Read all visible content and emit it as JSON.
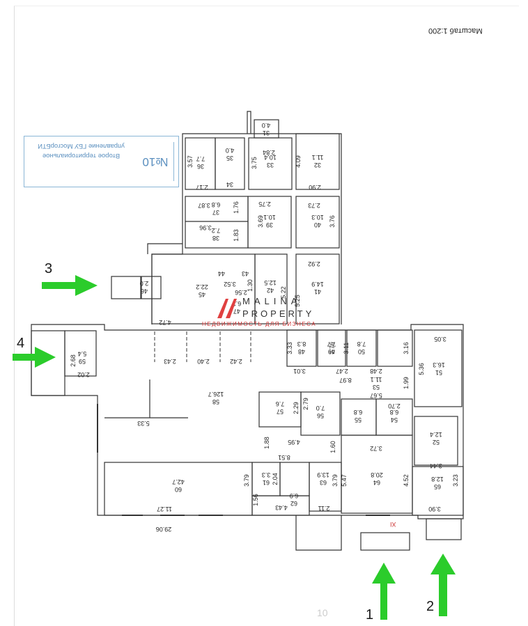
{
  "scale_text": "Масштаб 1:200",
  "stamp": {
    "number": "№10",
    "text": "Второе территориальное управление ГБУ МосгорБТИ"
  },
  "logo": {
    "line1": "MALINA",
    "line2": "PROPERTY",
    "tagline": "НЕДВИЖИМОСТЬ ДЛЯ БИЗНЕСА"
  },
  "entrances": [
    "1",
    "2",
    "3",
    "4"
  ],
  "rooms": [
    {
      "no": "31",
      "area": "4.0"
    },
    {
      "no": "32",
      "area": "11.1"
    },
    {
      "no": "33",
      "area": "10.4"
    },
    {
      "no": "34",
      "area": ""
    },
    {
      "no": "35",
      "area": "4.0"
    },
    {
      "no": "36",
      "area": "7.7"
    },
    {
      "no": "37",
      "area": "6.8"
    },
    {
      "no": "38",
      "area": "7.2"
    },
    {
      "no": "39",
      "area": "10.1"
    },
    {
      "no": "40",
      "area": "10.3"
    },
    {
      "no": "41",
      "area": "14.9"
    },
    {
      "no": "42",
      "area": "12.5"
    },
    {
      "no": "43",
      "area": ""
    },
    {
      "no": "44",
      "area": ""
    },
    {
      "no": "45",
      "area": "22.2"
    },
    {
      "no": "46",
      "area": "2.0"
    },
    {
      "no": "47",
      "area": "6.3"
    },
    {
      "no": "48",
      "area": "8.3"
    },
    {
      "no": "49",
      "area": "7.7"
    },
    {
      "no": "50",
      "area": "7.8"
    },
    {
      "no": "51",
      "area": "16.3"
    },
    {
      "no": "52",
      "area": "12.4"
    },
    {
      "no": "53",
      "area": "11.1"
    },
    {
      "no": "54",
      "area": "6.8"
    },
    {
      "no": "55",
      "area": "6.8"
    },
    {
      "no": "56",
      "area": "7.0"
    },
    {
      "no": "57",
      "area": "7.6"
    },
    {
      "no": "58",
      "area": "126.7"
    },
    {
      "no": "59",
      "area": "5.4"
    },
    {
      "no": "60",
      "area": "42.7"
    },
    {
      "no": "61",
      "area": "3.3"
    },
    {
      "no": "62",
      "area": "6.9"
    },
    {
      "no": "63",
      "area": "13.9"
    },
    {
      "no": "64",
      "area": "20.8"
    },
    {
      "no": "65",
      "area": "12.8"
    }
  ],
  "dimensions": [
    "3.57",
    "2.84",
    "4.09",
    "3.75",
    "2.17",
    "2.90",
    "3.87",
    "2.75",
    "2.73",
    "1.76",
    "3.69",
    "3.76",
    "3.96",
    "1.83",
    "2.92",
    "5.22",
    "5.25",
    "3.52",
    "2.56",
    "1.30",
    "4.72",
    "3.33",
    "3.01",
    "2.76",
    "3.11",
    "2.47",
    "2.48",
    "3.16",
    "3.05",
    "5.36",
    "8.97",
    "1.99",
    "5.67",
    "2.70",
    "2.68",
    "2.02",
    "2.43",
    "2.40",
    "2.42",
    "5.33",
    "2.29",
    "2.79",
    "4.95",
    "3.72",
    "1.60",
    "1.88",
    "8.51",
    "3.79",
    "2.04",
    "3.79",
    "5.47",
    "4.52",
    "3.44",
    "3.23",
    "1.56",
    "4.43",
    "2.11",
    "11.27",
    "29.06",
    "3.90"
  ],
  "sheet_mark": "XI",
  "corner_mark": "10"
}
